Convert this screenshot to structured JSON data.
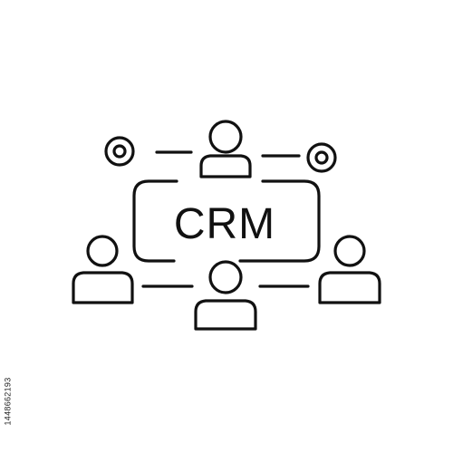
{
  "icon": {
    "label": "CRM",
    "stroke_color": "#111111",
    "background_color": "#ffffff",
    "elements": [
      "center-box",
      "person-icon",
      "target-icon",
      "connector-line"
    ]
  },
  "stock_id": "1448662193"
}
